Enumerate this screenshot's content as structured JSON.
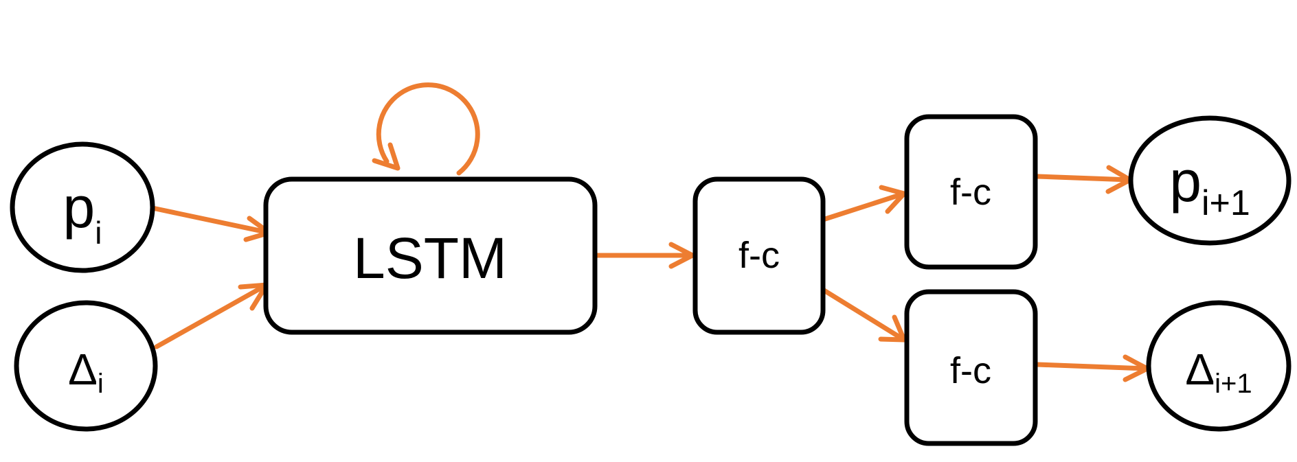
{
  "colors": {
    "node_stroke": "#000000",
    "edge": "#ED7D31",
    "background": "#FFFFFF"
  },
  "nodes": {
    "p_i": {
      "main": "p",
      "sub": "i"
    },
    "delta_i": {
      "main": "Δ",
      "sub": "i"
    },
    "lstm": {
      "label": "LSTM"
    },
    "fc_shared": {
      "label": "f-c"
    },
    "fc_top": {
      "label": "f-c"
    },
    "fc_bottom": {
      "label": "f-c"
    },
    "p_next": {
      "main": "p",
      "sub": "i+1"
    },
    "delta_next": {
      "main": "Δ",
      "sub": "i+1"
    }
  }
}
